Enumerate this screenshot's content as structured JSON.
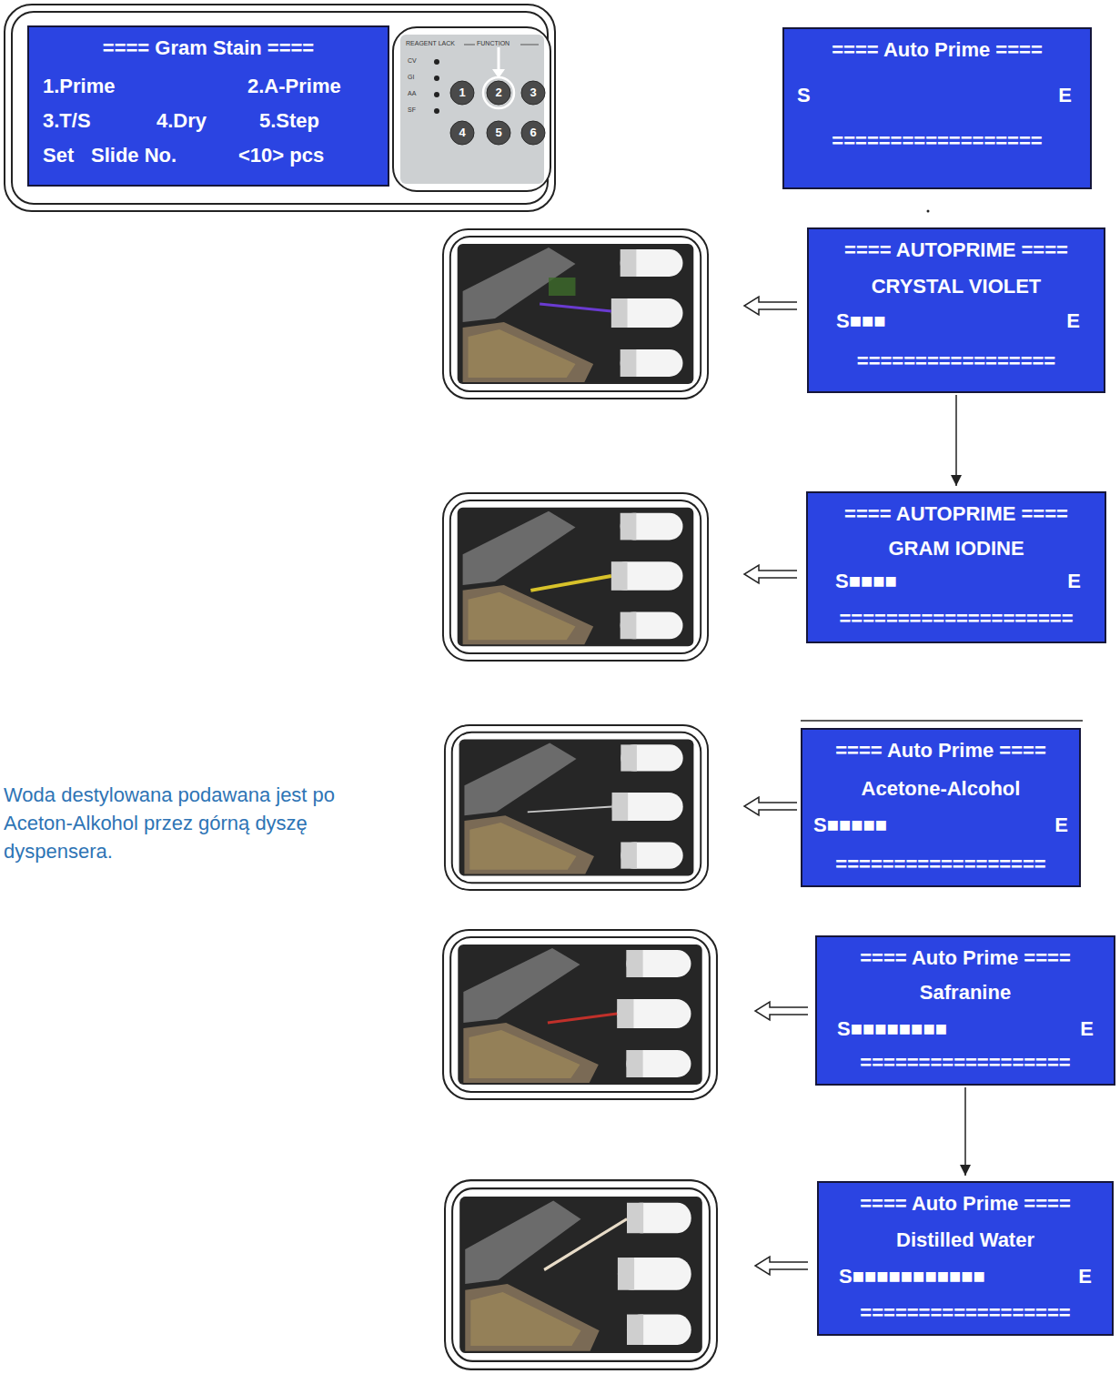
{
  "diagram": {
    "nodes": [
      {
        "text": [
          "==== Gram Stain ====",
          "1.Prime",
          "2.A-Prime",
          "3.T/S",
          "4.Dry",
          "5.Step",
          "Set",
          "Slide No.",
          "<10> pcs"
        ]
      },
      {
        "text": [
          "==== Auto Prime ====",
          "S",
          "E",
          "=================="
        ]
      },
      {
        "text": [
          "==== AUTOPRIME ====",
          "CRYSTAL VIOLET",
          "S■■■",
          "E",
          "================="
        ]
      },
      {
        "text": [
          "==== AUTOPRIME ====",
          "GRAM IODINE",
          "S■■■■",
          "E",
          "===================="
        ]
      },
      {
        "text": [
          "==== Auto Prime ====",
          "Acetone-Alcohol",
          "S■■■■■",
          "E",
          "=================="
        ]
      },
      {
        "text": [
          "==== Auto Prime ====",
          "Safranine",
          "S■■■■■■■■",
          "E",
          "=================="
        ]
      },
      {
        "text": [
          "==== Auto Prime ====",
          "Distilled Water",
          "S■■■■■■■■■■■",
          "E",
          "=================="
        ]
      }
    ],
    "edges": [
      {
        "from": 2,
        "to": 3,
        "arrow": "to"
      },
      {
        "from": 5,
        "to": 6,
        "arrow": "to"
      }
    ],
    "labels": [
      "REAGENT LACK",
      "FUNCTION",
      "CV",
      "GI",
      "AA",
      "SF",
      "1",
      "2",
      "3",
      "4",
      "5",
      "6",
      "Woda destylowana podawana jest po Aceton-Alkohol przez górną dyszę dyspensera."
    ]
  }
}
